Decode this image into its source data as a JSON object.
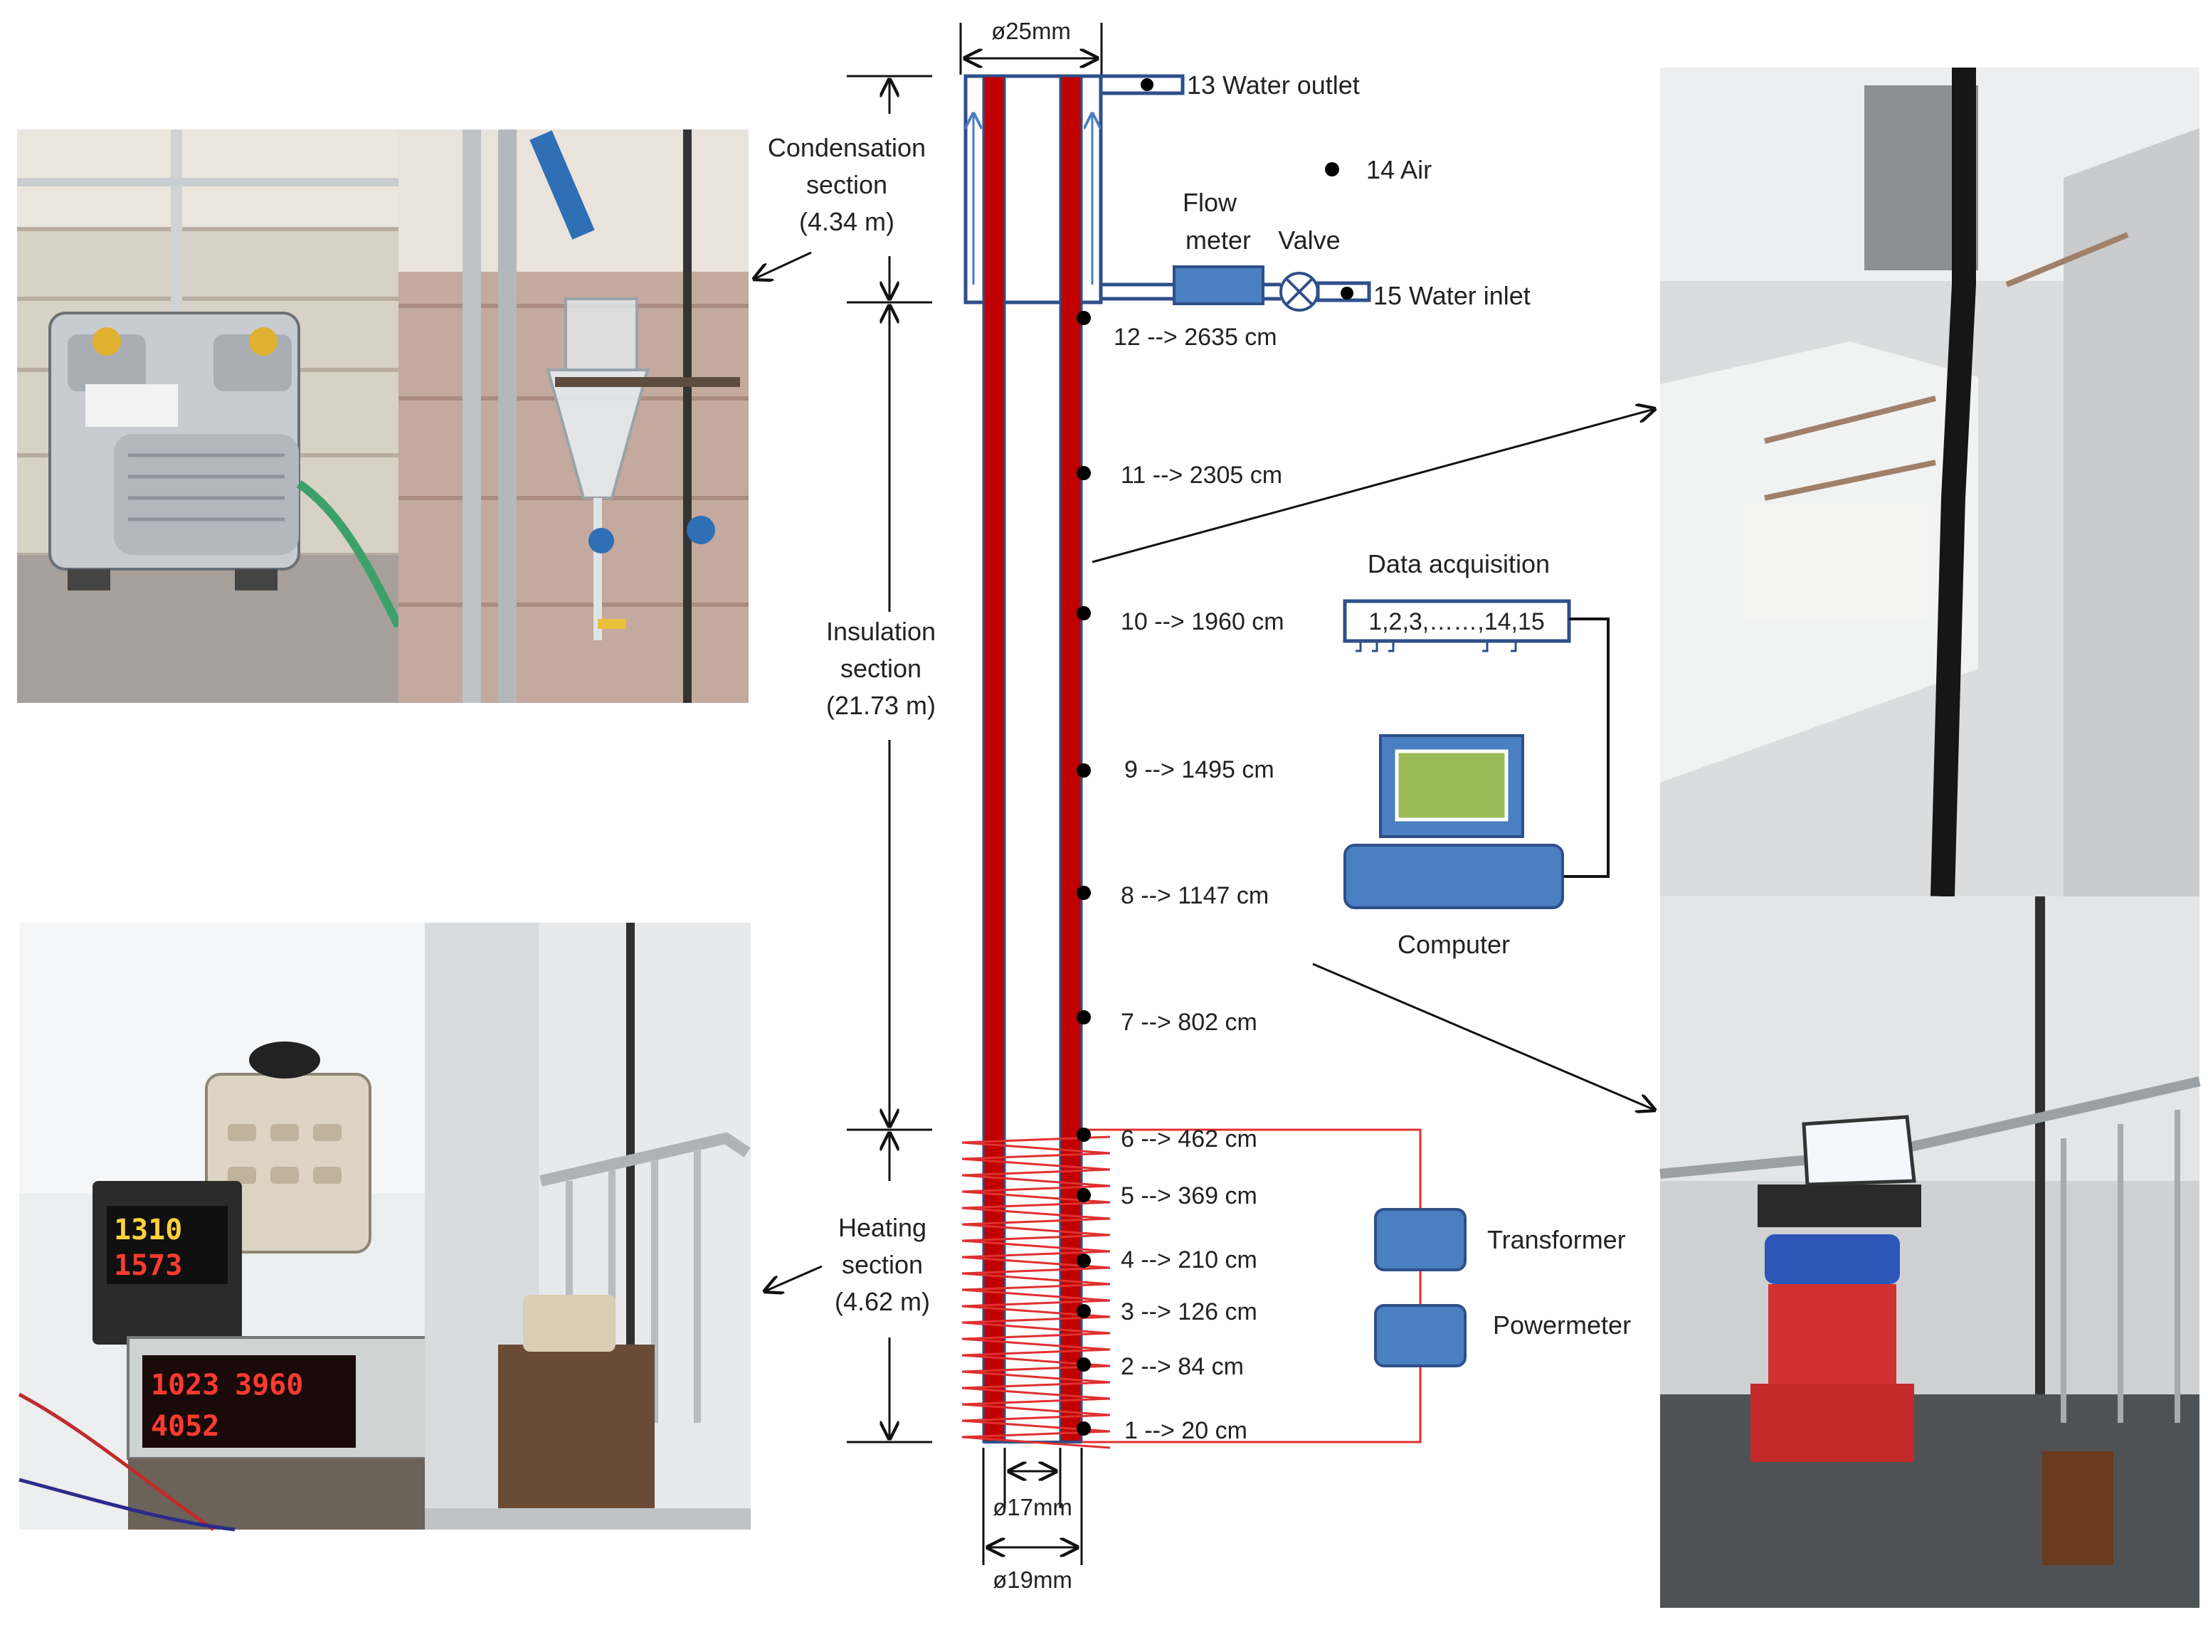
{
  "dimensions": {
    "top_diameter": "ø25mm",
    "inner_diameter": "ø17mm",
    "outer_diameter": "ø19mm"
  },
  "sections": {
    "condensation": [
      "Condensation",
      "section",
      "(4.34 m)"
    ],
    "insulation": [
      "Insulation",
      "section",
      "(21.73 m)"
    ],
    "heating": [
      "Heating",
      "section",
      "(4.62 m)"
    ]
  },
  "ports": {
    "water_outlet": "13 Water outlet",
    "air": "14 Air",
    "water_inlet": "15 Water inlet"
  },
  "components": {
    "flow_meter": [
      "Flow",
      "meter"
    ],
    "valve": "Valve",
    "data_acquisition": "Data acquisition",
    "daq_channels": "1,2,3,……,14,15",
    "computer": "Computer",
    "transformer": "Transformer",
    "powermeter": "Powermeter"
  },
  "measurement_points": [
    {
      "id": 12,
      "label": "12 --> 2635 cm"
    },
    {
      "id": 11,
      "label": "11 --> 2305 cm"
    },
    {
      "id": 10,
      "label": "10 --> 1960 cm"
    },
    {
      "id": 9,
      "label": "9 --> 1495 cm"
    },
    {
      "id": 8,
      "label": "8 --> 1147 cm"
    },
    {
      "id": 7,
      "label": "7 --> 802 cm"
    },
    {
      "id": 6,
      "label": "6 --> 462 cm"
    },
    {
      "id": 5,
      "label": "5 --> 369 cm"
    },
    {
      "id": 4,
      "label": "4 --> 210 cm"
    },
    {
      "id": 3,
      "label": "3 --> 126 cm"
    },
    {
      "id": 2,
      "label": "2 --> 84 cm"
    },
    {
      "id": 1,
      "label": "1 --> 20 cm"
    }
  ],
  "photo_readouts": {
    "controller_top": "1310",
    "controller_bottom": "1573",
    "powermeter_row1_a": "1023",
    "powermeter_row1_b": "3960",
    "powermeter_row2": "4052"
  },
  "colors": {
    "pipe_wall": "#c00000",
    "pipe_outline": "#2e4f8a",
    "component_fill": "#4a7fc1",
    "heating_coil": "#e03030",
    "screen_green": "#9bbb59"
  }
}
